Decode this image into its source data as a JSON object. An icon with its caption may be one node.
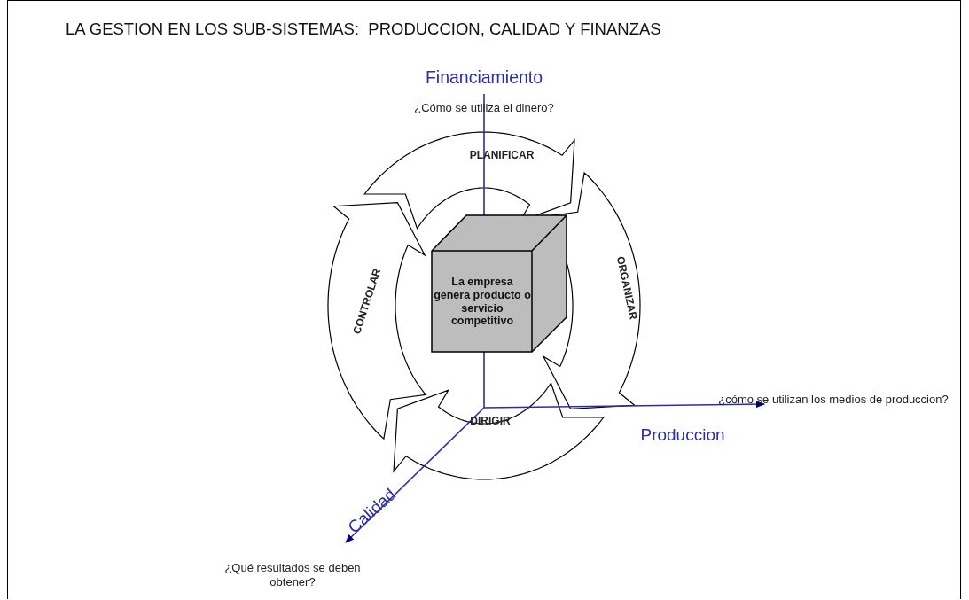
{
  "diagram": {
    "title": "LA GESTION EN LOS SUB-SISTEMAS:  PRODUCCION, CALIDAD Y FINANZAS",
    "nodes": [
      {
        "text": [
          "La empresa genera producto o servicio competitivo"
        ]
      }
    ],
    "labels": [
      "Financiamiento",
      "¿Cómo se utiliza el dinero?",
      "PLANIFICAR",
      "CONTROLAR",
      "ORGANIZAR",
      "¿cómo se utilizan los medios de produccion?",
      "DIRIGIR",
      "Produccion",
      "Calidad",
      "¿Qué resultados se deben obtener?"
    ]
  }
}
